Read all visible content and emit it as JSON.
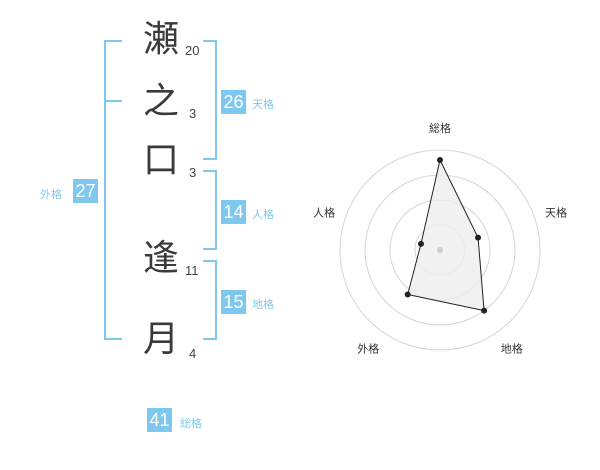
{
  "name": {
    "characters": [
      {
        "char": "瀬",
        "strokes": "20"
      },
      {
        "char": "之",
        "strokes": "3"
      },
      {
        "char": "口",
        "strokes": "3"
      },
      {
        "char": "逢",
        "strokes": "11"
      },
      {
        "char": "月",
        "strokes": "4"
      }
    ]
  },
  "scores": {
    "tenkaku": {
      "value": "26",
      "label": "天格"
    },
    "jinkaku": {
      "value": "14",
      "label": "人格"
    },
    "chikaku": {
      "value": "15",
      "label": "地格"
    },
    "gaikaku": {
      "value": "27",
      "label": "外格"
    },
    "soukaku": {
      "value": "41",
      "label": "総格"
    }
  },
  "colors": {
    "accent": "#7ec8f0",
    "text": "#333333"
  },
  "chart_data": {
    "type": "radar",
    "axes": [
      "総格",
      "天格",
      "地格",
      "外格",
      "人格"
    ],
    "values": [
      0.9,
      0.4,
      0.75,
      0.55,
      0.2
    ],
    "range": [
      0,
      1
    ],
    "grid_rings": 4,
    "series": [
      {
        "values": [
          0.9,
          0.4,
          0.75,
          0.55,
          0.2
        ]
      }
    ]
  }
}
